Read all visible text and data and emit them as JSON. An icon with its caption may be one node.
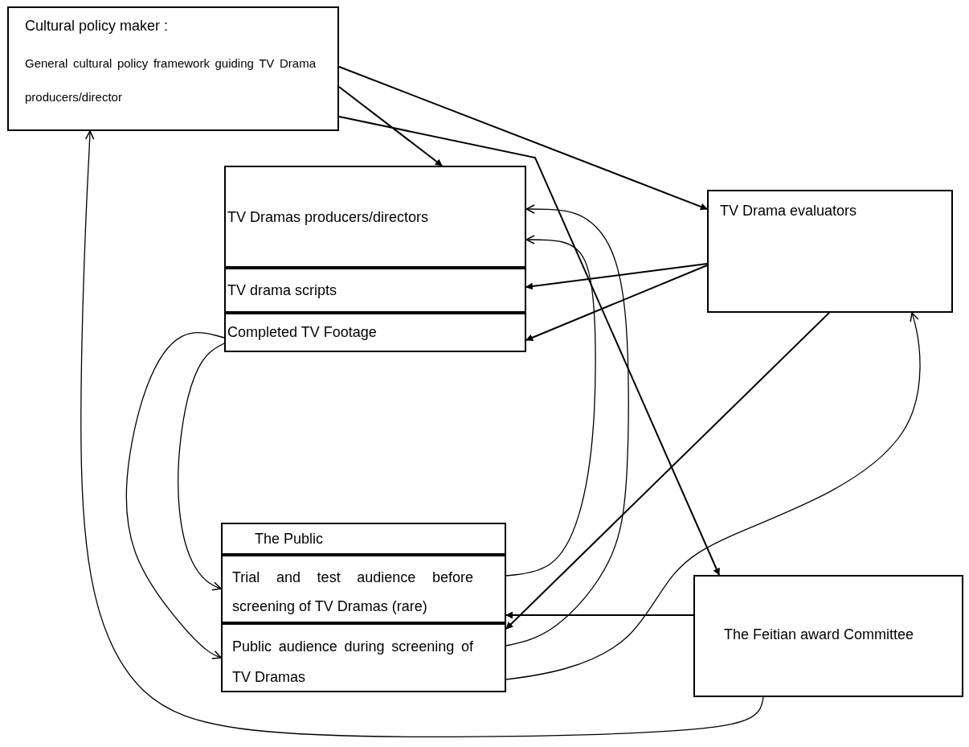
{
  "diagram": {
    "nodes": [
      {
        "text": [
          "Cultural policy maker :",
          "General cultural policy framework guiding TV Drama producers/director"
        ]
      },
      {
        "text": [
          "TV Dramas producers/directors"
        ]
      },
      {
        "text": [
          "TV drama scripts"
        ]
      },
      {
        "text": [
          "Completed TV Footage"
        ]
      },
      {
        "text": [
          "TV Drama evaluators"
        ]
      },
      {
        "text": [
          "The Public"
        ]
      },
      {
        "text": [
          "Trial and test audience before screening of TV Dramas (rare)"
        ]
      },
      {
        "text": [
          "Public audience during screening of TV Dramas"
        ]
      },
      {
        "text": [
          "The Feitian award Committee"
        ]
      }
    ],
    "edges": [
      {
        "from": 0,
        "to": 1,
        "arrow": "to"
      },
      {
        "from": 0,
        "to": 4,
        "arrow": "to"
      },
      {
        "from": 0,
        "to": 8,
        "arrow": "to"
      },
      {
        "from": 4,
        "to": 2,
        "arrow": "to"
      },
      {
        "from": 4,
        "to": 3,
        "arrow": "to"
      },
      {
        "from": 4,
        "to": 7,
        "arrow": "to"
      },
      {
        "from": 8,
        "to": 7,
        "arrow": "to"
      },
      {
        "from": 3,
        "to": 6,
        "arrow": "to"
      },
      {
        "from": 3,
        "to": 7,
        "arrow": "to"
      },
      {
        "from": 6,
        "to": 1,
        "arrow": "to"
      },
      {
        "from": 7,
        "to": 1,
        "arrow": "to"
      },
      {
        "from": 7,
        "to": 4,
        "arrow": "to"
      },
      {
        "from": 8,
        "to": 0,
        "arrow": "to"
      }
    ]
  }
}
